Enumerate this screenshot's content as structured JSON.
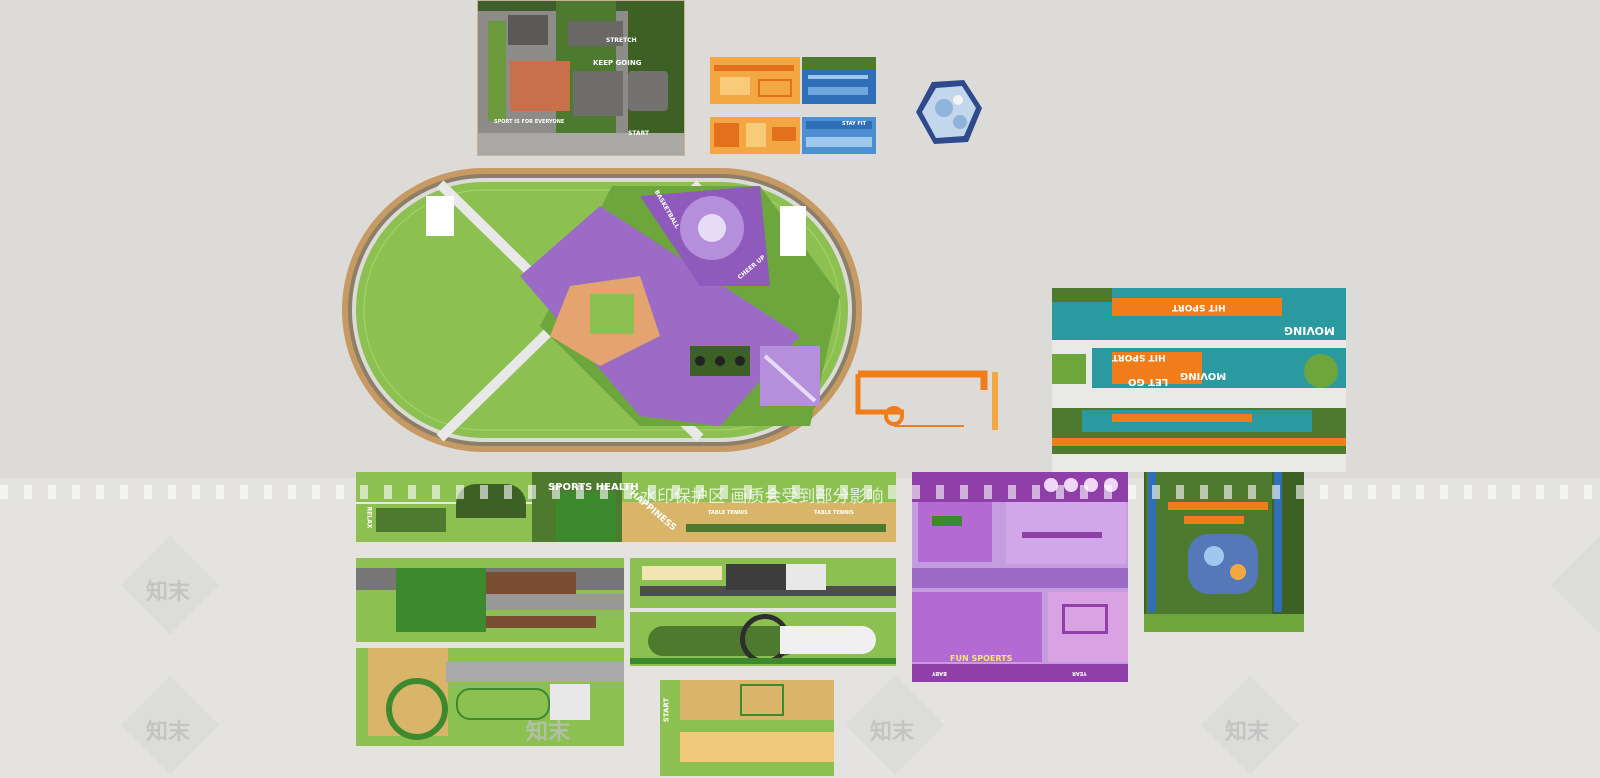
{
  "page": {
    "background": "#dcdbd7"
  },
  "colors": {
    "grass": "#8cc152",
    "dark_grass": "#4d7a2e",
    "purple": "#9b6bc6",
    "orange": "#f07d1a",
    "teal": "#2a9aa0",
    "track": "#c79a63",
    "blue": "#2f6fb7"
  },
  "top_left_plan": {
    "texts": [
      "STRETCH",
      "KEEP GOING",
      "SPORT IS FOR EVERYONE",
      "START"
    ]
  },
  "small_tiles": {
    "texts": [
      "STAY FIT"
    ]
  },
  "stadium": {
    "texts": [
      "BASKETBALL",
      "CHEER UP"
    ]
  },
  "teal_panel": {
    "texts": [
      "MOVING",
      "HIT SPORT",
      "LET GO",
      "MOVING",
      "HIT SPORT"
    ]
  },
  "green_strip": {
    "texts": [
      "RELAX",
      "SPORTS HEALTH",
      "HAPPINESS",
      "TABLE TENNIS",
      "TABLE TENNIS"
    ]
  },
  "bottom_center": {
    "texts": [
      "START"
    ]
  },
  "purple_panel": {
    "texts": [
      "FUN SPOERTS",
      "BABY",
      "YEAR"
    ]
  },
  "watermark": {
    "overlay": "水印保护区  画质会受到部分影响",
    "logo": "知末"
  }
}
